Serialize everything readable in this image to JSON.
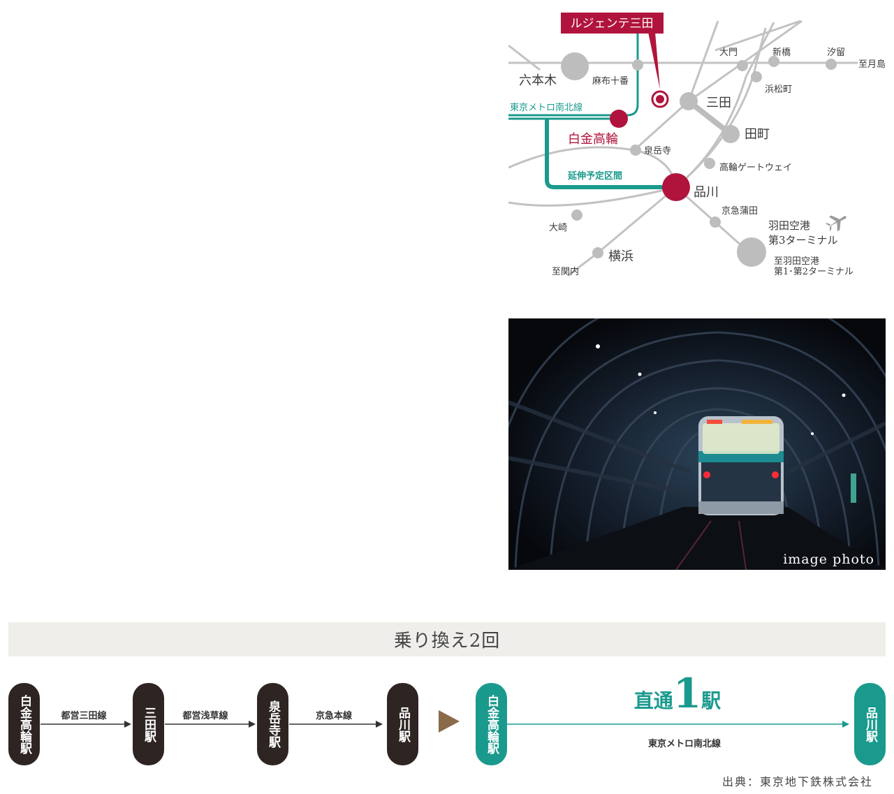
{
  "map": {
    "tag_label": "ルジェンテ三田",
    "line_name": "東京メトロ南北線",
    "extension_label": "延伸予定区間",
    "stations": {
      "roppongi": "六本木",
      "azabu_juban": "麻布十番",
      "shirokane_takanawa": "白金高輪",
      "sengakuji": "泉岳寺",
      "shinagawa": "品川",
      "osaki": "大崎",
      "yokohama": "横浜",
      "kannai": "至関内",
      "mita": "三田",
      "tamachi": "田町",
      "takanawa_gateway": "高輪ゲートウェイ",
      "keikyu_kamata": "京急蒲田",
      "daimon": "大門",
      "shimbashi": "新橋",
      "shiodome": "汐留",
      "hamamatsucho": "浜松町",
      "tsukishima": "至月島",
      "haneda_t3_line1": "羽田空港",
      "haneda_t3_line2": "第3ターミナル",
      "haneda_t12_line1": "至羽田空港",
      "haneda_t12_line2": "第1･第2ターミナル"
    }
  },
  "photo": {
    "caption": "image photo"
  },
  "transfer": {
    "banner": "乗り換え2回",
    "stations": [
      "白金高輪駅",
      "三田駅",
      "泉岳寺駅",
      "品川駅"
    ],
    "lines": [
      "都営三田線",
      "都営浅草線",
      "京急本線"
    ]
  },
  "direct": {
    "title_prefix": "直通",
    "title_number": "1",
    "title_suffix": "駅",
    "from_station": "白金高輪駅",
    "to_station": "品川駅",
    "line": "東京メトロ南北線"
  },
  "source": "出典：東京地下鉄株式会社",
  "colors": {
    "accent_red": "#b0143c",
    "accent_teal": "#1a9a8d",
    "dark_pill": "#2e2523",
    "gray_line": "#bdbdbd"
  }
}
